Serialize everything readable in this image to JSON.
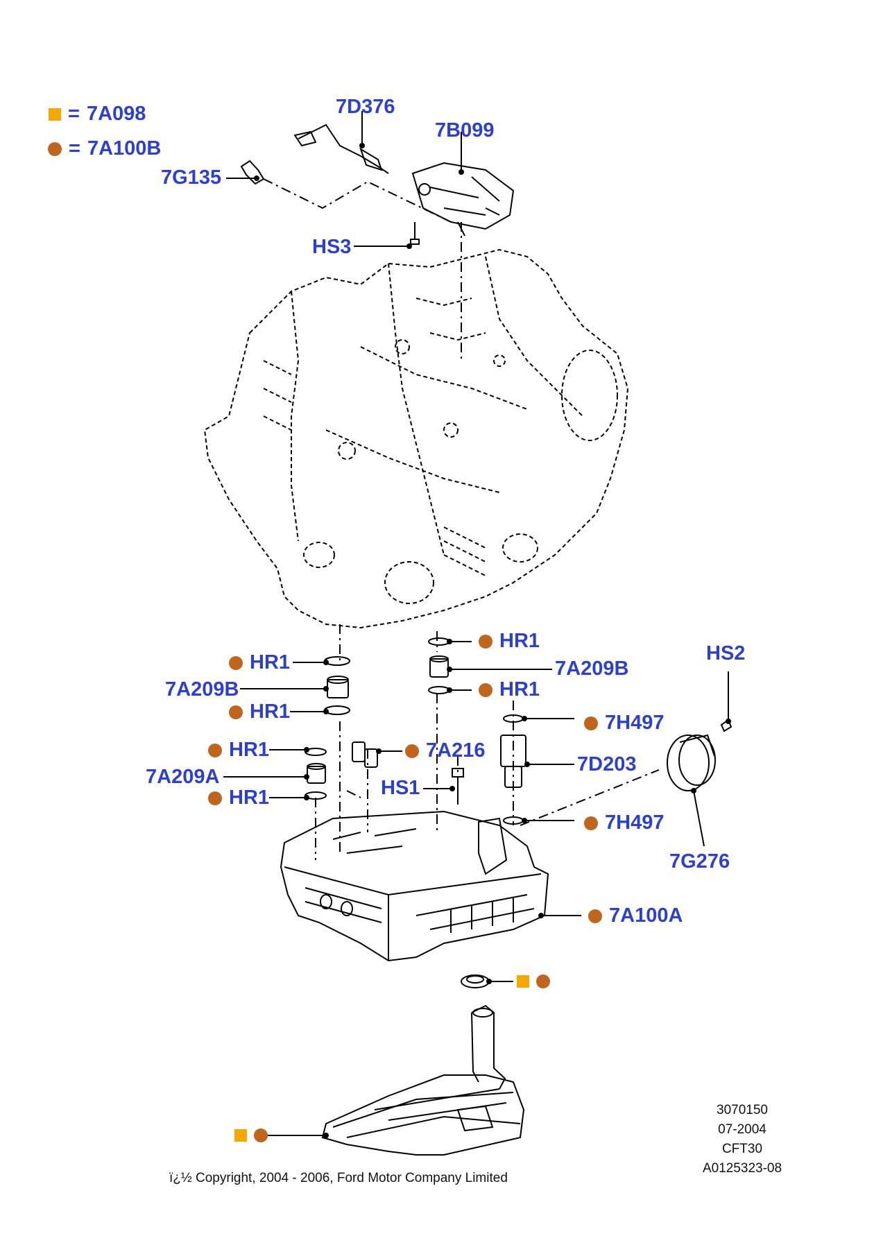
{
  "colors": {
    "label": "#2b3fd6",
    "square": "#f7a800",
    "dot": "#c0661c",
    "line": "#000000"
  },
  "legend": [
    {
      "symbol": "square",
      "eq": "=",
      "code": "7A098"
    },
    {
      "symbol": "dot",
      "eq": "=",
      "code": "7A100B"
    }
  ],
  "labels": {
    "7D376": "7D376",
    "7B099": "7B099",
    "7G135": "7G135",
    "HS3": "HS3",
    "HR1": "HR1",
    "7A209B": "7A209B",
    "7A209A": "7A209A",
    "7A216": "7A216",
    "HS1": "HS1",
    "HS2": "HS2",
    "7H497": "7H497",
    "7D203": "7D203",
    "7G276": "7G276",
    "7A100A": "7A100A"
  },
  "info_block": [
    "3070150",
    "07-2004",
    "CFT30",
    "A0125323-08"
  ],
  "copyright": "ï¿½ Copyright, 2004 - 2006, Ford Motor Company Limited"
}
